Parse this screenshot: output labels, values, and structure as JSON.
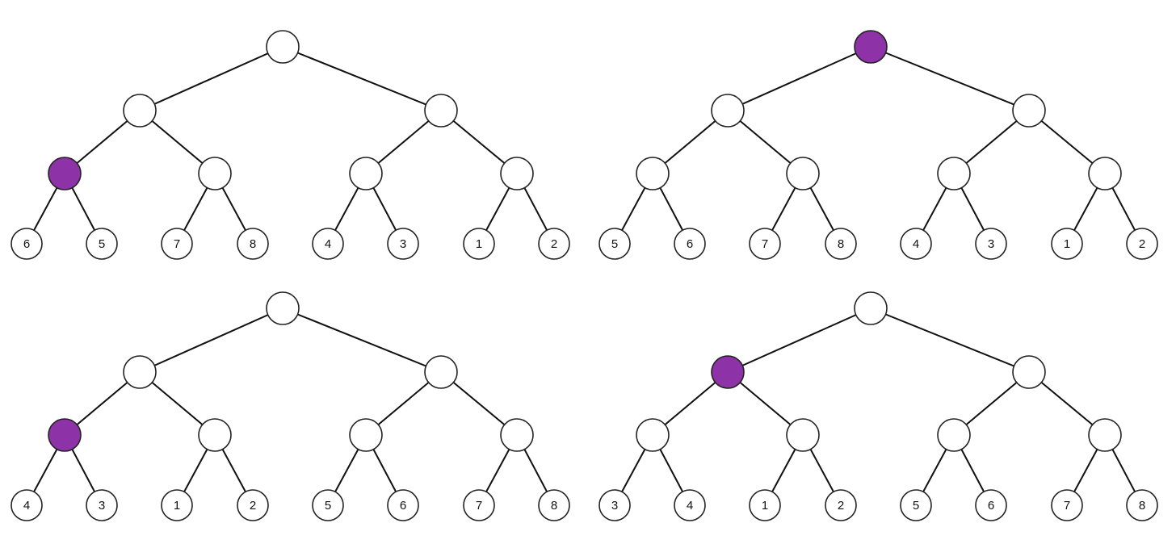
{
  "colors": {
    "highlight": "#8e32a8",
    "node_fill": "#ffffff",
    "stroke": "#222222"
  },
  "trees": [
    {
      "highlight": {
        "level": 2,
        "index": 0
      },
      "leaves": [
        "6",
        "5",
        "7",
        "8",
        "4",
        "3",
        "1",
        "2"
      ]
    },
    {
      "highlight": {
        "level": 0,
        "index": 0
      },
      "leaves": [
        "5",
        "6",
        "7",
        "8",
        "4",
        "3",
        "1",
        "2"
      ]
    },
    {
      "highlight": {
        "level": 2,
        "index": 0
      },
      "leaves": [
        "4",
        "3",
        "1",
        "2",
        "5",
        "6",
        "7",
        "8"
      ]
    },
    {
      "highlight": {
        "level": 1,
        "index": 0
      },
      "leaves": [
        "3",
        "4",
        "1",
        "2",
        "5",
        "6",
        "7",
        "8"
      ]
    }
  ]
}
